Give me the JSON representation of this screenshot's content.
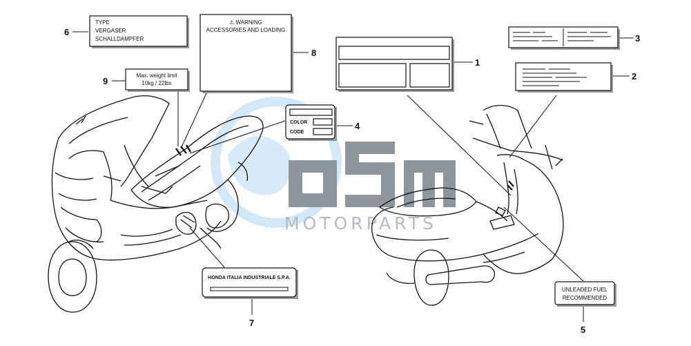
{
  "watermark": {
    "logo_text": "OSM",
    "sub_text": "MOTORPARTS",
    "globe_color": "#cfe6f7",
    "letters_color": "#8e969c"
  },
  "labels": {
    "l6": {
      "lines": [
        "TYPE",
        "VERGASER",
        "SCHALLDAMPFER"
      ]
    },
    "l8": {
      "lines": [
        "⚠ WARNING",
        "ACCESSORIES AND LOADING"
      ]
    },
    "l9": {
      "lines": [
        "Max. weight limit",
        "10kg / 22lbs"
      ]
    },
    "l4": {
      "lines": [
        "COLOR",
        "CODE"
      ]
    },
    "l7": {
      "lines": [
        "HONDA ITALIA INDUSTRIALE S.P.A."
      ]
    },
    "l5": {
      "lines": [
        "UNLEADED FUEL",
        "RECOMMENDED"
      ]
    }
  },
  "callouts": [
    "1",
    "2",
    "3",
    "4",
    "5",
    "6",
    "7",
    "8",
    "9"
  ]
}
